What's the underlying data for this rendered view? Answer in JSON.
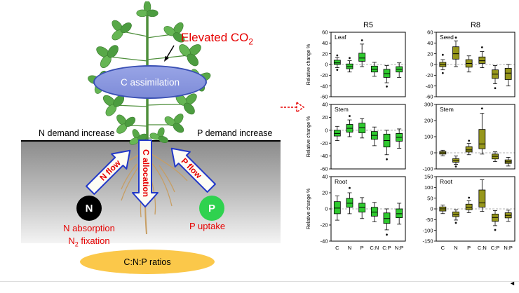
{
  "diagram": {
    "elevated_co2": {
      "pre": "Elevated CO",
      "sub": "2"
    },
    "c_assimilation": "C assimilation",
    "n_demand": "N demand increase",
    "p_demand": "P demand increase",
    "c_allocation": "C allocation",
    "n_flow": "N flow",
    "p_flow": "P flow",
    "n_pool": "N",
    "p_pool": "P",
    "n_absorption": "N absorption",
    "n2_fixation": {
      "pre": "N",
      "sub": "2",
      "post": " fixation"
    },
    "p_uptake": "P uptake",
    "cnp_ratios": "C:N:P ratios",
    "colors": {
      "accent_red": "#e60000",
      "arrow_blue": "#2238c8",
      "assimilation_fill": "#8d9ade",
      "n_pool": "#000000",
      "p_pool": "#2fd24f",
      "ratios_fill": "#fbc84a"
    }
  },
  "chart_data": {
    "type": "boxplot",
    "categories": [
      "C",
      "N",
      "P",
      "C:N",
      "C:P",
      "N:P"
    ],
    "ylabel": "Relative change %",
    "grid": false,
    "columns": [
      {
        "title": "R5",
        "box_color": "#2fca2f",
        "panels": [
          {
            "label": "Leaf",
            "ylim": [
              -60,
              60
            ],
            "yticks": [
              60,
              40,
              20,
              0,
              -20,
              -40,
              -60
            ],
            "show_x": false,
            "boxes": [
              {
                "lo": -6,
                "q1": 0,
                "med": 3,
                "q3": 8,
                "hi": 13,
                "out": [
                  17,
                  -10
                ]
              },
              {
                "lo": -14,
                "q1": -8,
                "med": -4,
                "q3": 1,
                "hi": 7,
                "out": [
                  12
                ]
              },
              {
                "lo": -4,
                "q1": 6,
                "med": 12,
                "q3": 21,
                "hi": 38,
                "out": [
                  45
                ]
              },
              {
                "lo": -22,
                "q1": -14,
                "med": -9,
                "q3": -3,
                "hi": 4,
                "out": []
              },
              {
                "lo": -34,
                "q1": -24,
                "med": -17,
                "q3": -9,
                "hi": -2,
                "out": [
                  -41
                ]
              },
              {
                "lo": -24,
                "q1": -14,
                "med": -9,
                "q3": -4,
                "hi": 3,
                "out": []
              }
            ]
          },
          {
            "label": "Stem",
            "ylim": [
              -60,
              40
            ],
            "yticks": [
              40,
              20,
              0,
              -20,
              -40,
              -60
            ],
            "show_x": false,
            "boxes": [
              {
                "lo": -16,
                "q1": -9,
                "med": -5,
                "q3": 0,
                "hi": 6,
                "out": []
              },
              {
                "lo": -10,
                "q1": -3,
                "med": 3,
                "q3": 9,
                "hi": 16,
                "out": [
                  22
                ]
              },
              {
                "lo": -12,
                "q1": -4,
                "med": 4,
                "q3": 11,
                "hi": 18,
                "out": []
              },
              {
                "lo": -24,
                "q1": -14,
                "med": -8,
                "q3": -2,
                "hi": 5,
                "out": []
              },
              {
                "lo": -38,
                "q1": -26,
                "med": -16,
                "q3": -6,
                "hi": 0,
                "out": [
                  -45
                ]
              },
              {
                "lo": -28,
                "q1": -17,
                "med": -11,
                "q3": -5,
                "hi": 2,
                "out": []
              }
            ]
          },
          {
            "label": "Root",
            "ylim": [
              -40,
              40
            ],
            "yticks": [
              40,
              20,
              0,
              -20,
              -40
            ],
            "show_x": true,
            "boxes": [
              {
                "lo": -14,
                "q1": -6,
                "med": 1,
                "q3": 9,
                "hi": 16,
                "out": []
              },
              {
                "lo": -6,
                "q1": 2,
                "med": 7,
                "q3": 13,
                "hi": 20,
                "out": [
                  26
                ]
              },
              {
                "lo": -12,
                "q1": -4,
                "med": 2,
                "q3": 7,
                "hi": 14,
                "out": []
              },
              {
                "lo": -16,
                "q1": -9,
                "med": -4,
                "q3": 2,
                "hi": 8,
                "out": []
              },
              {
                "lo": -26,
                "q1": -18,
                "med": -12,
                "q3": -5,
                "hi": 0,
                "out": [
                  -32
                ]
              },
              {
                "lo": -19,
                "q1": -11,
                "med": -6,
                "q3": 0,
                "hi": 7,
                "out": []
              }
            ]
          }
        ]
      },
      {
        "title": "R8",
        "box_color": "#97971c",
        "panels": [
          {
            "label": "Seed",
            "ylim": [
              -60,
              60
            ],
            "yticks": [
              60,
              40,
              20,
              0,
              -20,
              -40,
              -60
            ],
            "show_x": false,
            "boxes": [
              {
                "lo": -10,
                "q1": -4,
                "med": 0,
                "q3": 4,
                "hi": 9,
                "out": [
                  18,
                  -16
                ]
              },
              {
                "lo": -4,
                "q1": 10,
                "med": 20,
                "q3": 33,
                "hi": 44,
                "out": [
                  50
                ]
              },
              {
                "lo": -14,
                "q1": -5,
                "med": 2,
                "q3": 9,
                "hi": 16,
                "out": []
              },
              {
                "lo": -6,
                "q1": 2,
                "med": 7,
                "q3": 14,
                "hi": 24,
                "out": [
                  32
                ]
              },
              {
                "lo": -36,
                "q1": -26,
                "med": -18,
                "q3": -10,
                "hi": -2,
                "out": [
                  -44
                ]
              },
              {
                "lo": -40,
                "q1": -28,
                "med": -16,
                "q3": -7,
                "hi": 0,
                "out": []
              }
            ]
          },
          {
            "label": "Stem",
            "ylim": [
              -100,
              300
            ],
            "yticks": [
              300,
              200,
              100,
              0,
              -100
            ],
            "show_x": false,
            "boxes": [
              {
                "lo": -18,
                "q1": -8,
                "med": 0,
                "q3": 8,
                "hi": 16,
                "out": []
              },
              {
                "lo": -72,
                "q1": -58,
                "med": -48,
                "q3": -36,
                "hi": -20,
                "out": [
                  -85
                ]
              },
              {
                "lo": -12,
                "q1": 5,
                "med": 18,
                "q3": 38,
                "hi": 58,
                "out": [
                  75
                ]
              },
              {
                "lo": -8,
                "q1": 25,
                "med": 55,
                "q3": 145,
                "hi": 245,
                "out": [
                  275
                ]
              },
              {
                "lo": -55,
                "q1": -38,
                "med": -22,
                "q3": -8,
                "hi": 6,
                "out": []
              },
              {
                "lo": -82,
                "q1": -66,
                "med": -56,
                "q3": -44,
                "hi": -28,
                "out": []
              }
            ]
          },
          {
            "label": "Root",
            "ylim": [
              -150,
              150
            ],
            "yticks": [
              150,
              100,
              50,
              0,
              -50,
              -100,
              -150
            ],
            "show_x": true,
            "boxes": [
              {
                "lo": -22,
                "q1": -10,
                "med": 0,
                "q3": 9,
                "hi": 18,
                "out": []
              },
              {
                "lo": -52,
                "q1": -36,
                "med": -26,
                "q3": -14,
                "hi": -4,
                "out": [
                  -65
                ]
              },
              {
                "lo": -18,
                "q1": -4,
                "med": 8,
                "q3": 22,
                "hi": 38,
                "out": [
                  52
                ]
              },
              {
                "lo": -12,
                "q1": 8,
                "med": 28,
                "q3": 88,
                "hi": 135,
                "out": []
              },
              {
                "lo": -78,
                "q1": -58,
                "med": -40,
                "q3": -24,
                "hi": -8,
                "out": [
                  -98
                ]
              },
              {
                "lo": -58,
                "q1": -42,
                "med": -30,
                "q3": -18,
                "hi": -6,
                "out": []
              }
            ]
          }
        ]
      }
    ]
  }
}
